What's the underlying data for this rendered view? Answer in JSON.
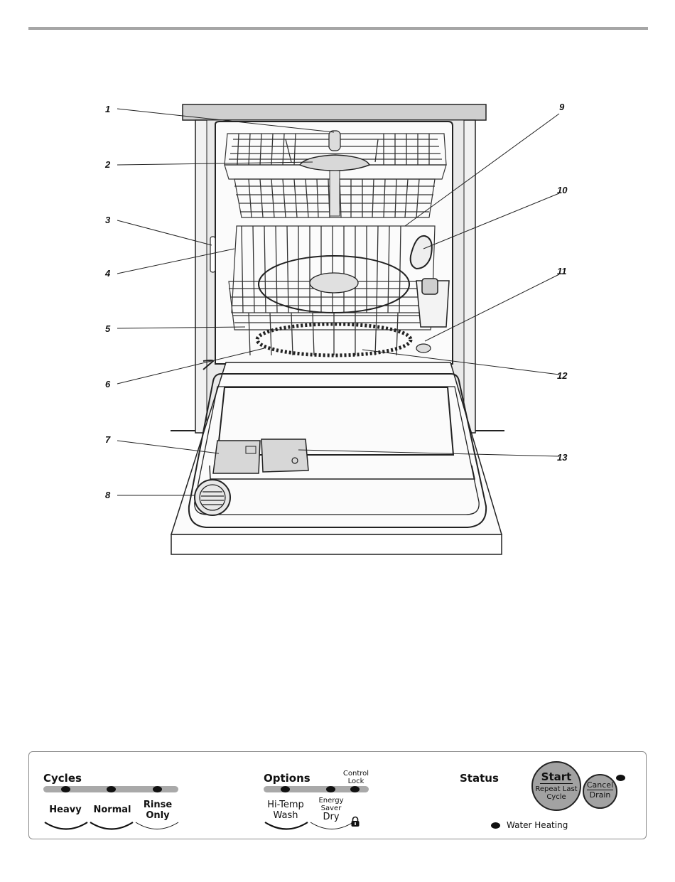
{
  "diagram": {
    "callouts": [
      "1",
      "2",
      "3",
      "4",
      "5",
      "6",
      "7",
      "8",
      "9",
      "10",
      "11",
      "12",
      "13"
    ]
  },
  "panel": {
    "cycles": {
      "title": "Cycles",
      "buttons": [
        {
          "line1": "Heavy",
          "line2": ""
        },
        {
          "line1": "Normal",
          "line2": ""
        },
        {
          "line1": "Rinse",
          "line2": "Only"
        }
      ]
    },
    "options": {
      "title": "Options",
      "control_lock": {
        "line1": "Control",
        "line2": "Lock"
      },
      "hi_temp": {
        "line1": "Hi-Temp",
        "line2": "Wash"
      },
      "energy_saver": {
        "line1": "Energy",
        "line2": "Saver",
        "line3": "Dry"
      }
    },
    "status": {
      "title": "Status",
      "water_heating": "Water Heating"
    },
    "start": {
      "label": "Start",
      "sub1": "Repeat Last",
      "sub2": "Cycle"
    },
    "cancel": {
      "line1": "Cancel",
      "line2": "Drain"
    },
    "icons": {
      "lock": "lock-icon"
    }
  }
}
